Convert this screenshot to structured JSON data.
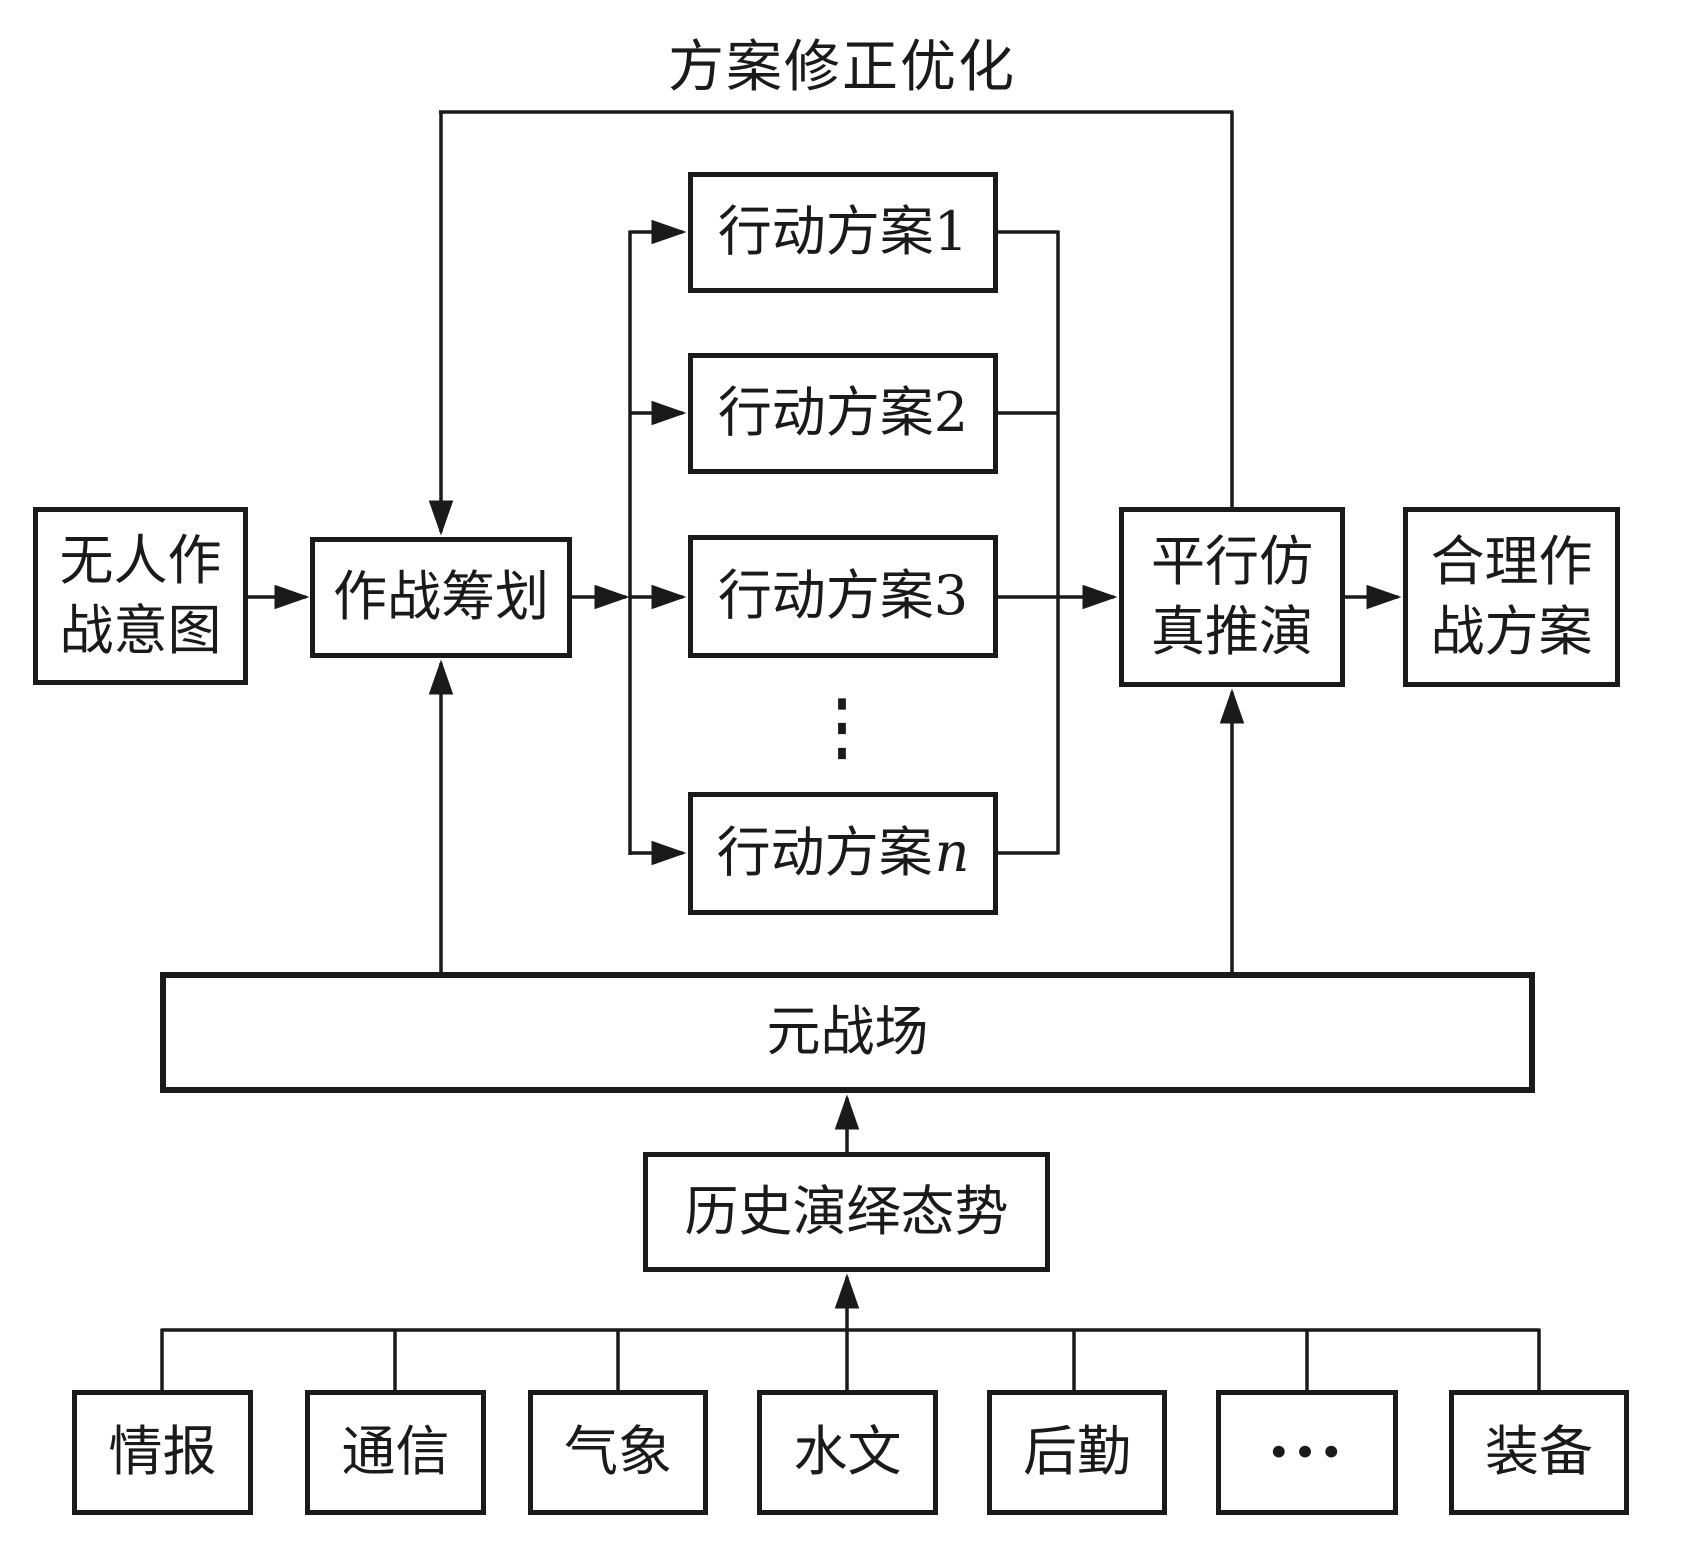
{
  "diagram": {
    "title": "方案修正优化",
    "intent_box": "无人作\n战意图",
    "planning_box": "作战筹划",
    "plan_boxes": [
      {
        "label": "行动方案1"
      },
      {
        "label": "行动方案2"
      },
      {
        "label": "行动方案3"
      },
      {
        "prefix": "行动方案",
        "suffix": "n"
      }
    ],
    "plans_ellipsis": "⋮",
    "simulation_box": "平行仿\n真推演",
    "result_box": "合理作\n战方案",
    "meta_battlefield_box": "元战场",
    "history_box": "历史演绎态势",
    "source_boxes": [
      {
        "label": "情报"
      },
      {
        "label": "通信"
      },
      {
        "label": "气象"
      },
      {
        "label": "水文"
      },
      {
        "label": "后勤"
      },
      {
        "label": "···"
      },
      {
        "label": "装备"
      }
    ],
    "colors": {
      "line": "#1a1a1a",
      "text": "#1a1a1a",
      "background": "#ffffff"
    }
  }
}
